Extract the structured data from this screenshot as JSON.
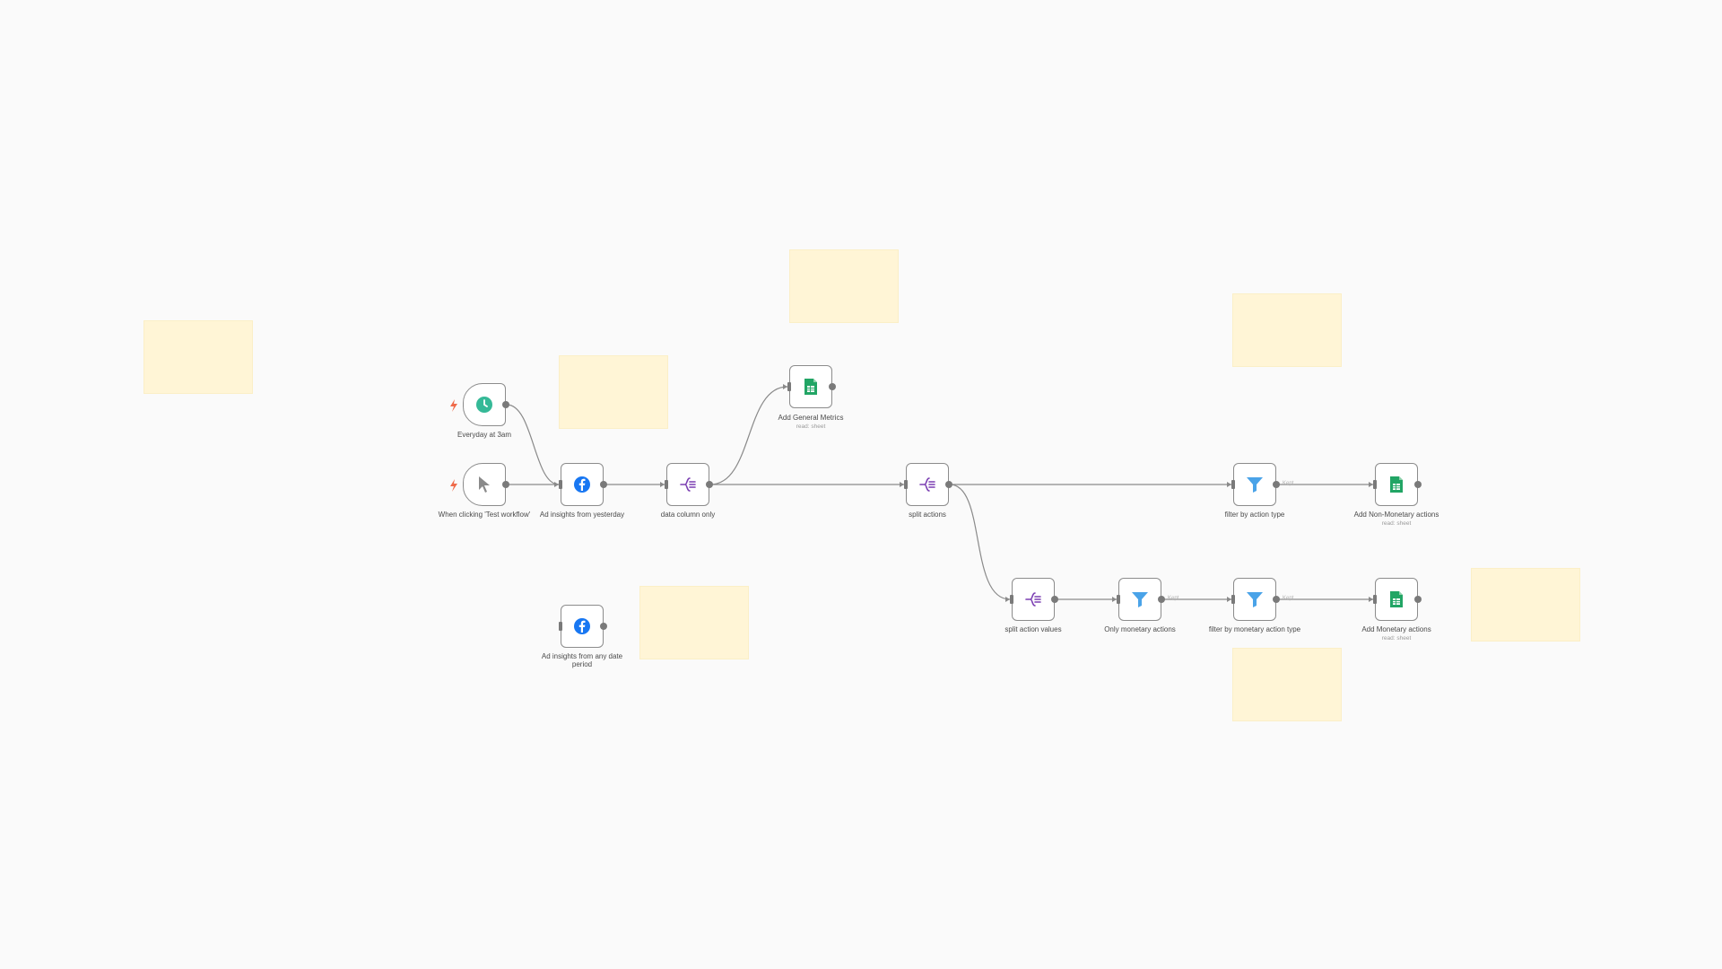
{
  "colors": {
    "canvas_bg": "#fafafa",
    "sticky_bg": "#fff5d6",
    "node_border": "#8c8c8c",
    "edge": "#8a8a8a",
    "trigger_bolt": "#ef6b4a",
    "schedule_green": "#35b997",
    "facebook_blue": "#1877f2",
    "sheets_green": "#22a565",
    "filter_blue": "#4aa3e8",
    "split_purple": "#7b3fb2"
  },
  "nodes": {
    "schedule": {
      "label": "Everyday at 3am",
      "icon": "clock-icon"
    },
    "manual": {
      "label": "When clicking 'Test workflow'",
      "icon": "cursor-icon"
    },
    "fb_yesterday": {
      "label": "Ad insights from yesterday",
      "icon": "facebook-icon"
    },
    "fb_any_date": {
      "label": "Ad insights from any date period",
      "icon": "facebook-icon"
    },
    "data_column": {
      "label": "data column only",
      "icon": "split-out-icon"
    },
    "general_metrics": {
      "label": "Add General Metrics",
      "sub": "read: sheet",
      "icon": "google-sheets-icon"
    },
    "split_actions": {
      "label": "split actions",
      "icon": "split-out-icon"
    },
    "filter_action_type": {
      "label": "filter by action type",
      "icon": "filter-icon"
    },
    "non_monetary": {
      "label": "Add Non-Monetary actions",
      "sub": "read: sheet",
      "icon": "google-sheets-icon"
    },
    "split_action_values": {
      "label": "split action values",
      "icon": "split-out-icon"
    },
    "only_monetary": {
      "label": "Only monetary actions",
      "icon": "filter-icon"
    },
    "filter_monetary_type": {
      "label": "filter by monetary action type",
      "icon": "filter-icon"
    },
    "monetary": {
      "label": "Add Monetary actions",
      "sub": "read: sheet",
      "icon": "google-sheets-icon"
    }
  },
  "edge_tags": {
    "keep": "Kept"
  }
}
